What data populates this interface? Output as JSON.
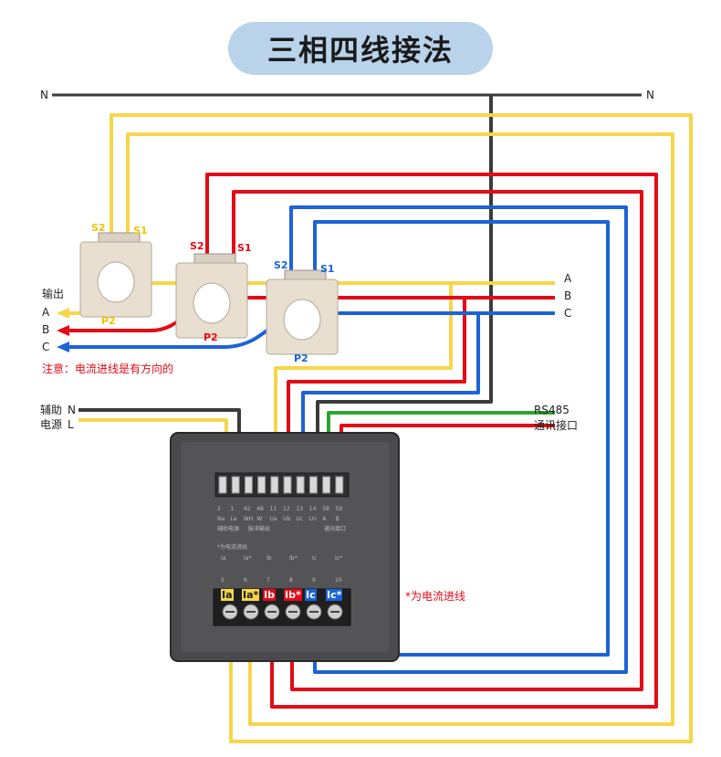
{
  "title": "三相四线接法",
  "neutral": {
    "left": "N",
    "right": "N"
  },
  "phases": {
    "a": "A",
    "b": "B",
    "c": "C"
  },
  "output": {
    "heading": "输出",
    "a": "A",
    "b": "B",
    "c": "C"
  },
  "note": "注意：电流进线是有方向的",
  "ct": {
    "yellow": {
      "s2": "S2",
      "s1": "S1",
      "p2": "P2"
    },
    "red": {
      "s2": "S2",
      "s1": "S1",
      "p2": "P2"
    },
    "blue": {
      "s2": "S2",
      "s1": "S1",
      "p2": "P2"
    }
  },
  "aux_power": {
    "line1": "辅助",
    "line2": "电源",
    "n": "N",
    "l": "L"
  },
  "rs485": {
    "line1": "RS485",
    "line2": "通讯接口"
  },
  "current_note": "*为电流进线",
  "meter": {
    "top_numbers": [
      "2",
      "1",
      "42",
      "48",
      "11",
      "12",
      "13",
      "14",
      "58",
      "59"
    ],
    "top_terms": [
      "Na",
      "La",
      "WH",
      "W",
      "Ua",
      "Ub",
      "Uc",
      "Un",
      "A",
      "B"
    ],
    "top_captions": [
      "辅助电源",
      "脉冲输出",
      "通讯接口"
    ],
    "mid_note": "*为电流进线",
    "mid_terms": [
      "Ia",
      "Ia*",
      "Ib",
      "Ib*",
      "Ic",
      "Ic*"
    ],
    "mid_numbers": [
      "5",
      "6",
      "7",
      "8",
      "9",
      "10"
    ],
    "bottom_labels": [
      "Ia",
      "Ia*",
      "Ib",
      "Ib*",
      "Ic",
      "Ic*"
    ]
  },
  "colors": {
    "phase_a": "#f6d64a",
    "phase_b": "#e30b17",
    "phase_c": "#1c63d6",
    "neutral": "#3b3b3b",
    "rs485_green": "#2ca62c",
    "title_bg": "#b8d3ea",
    "meter_body": "#4a4a4c"
  }
}
